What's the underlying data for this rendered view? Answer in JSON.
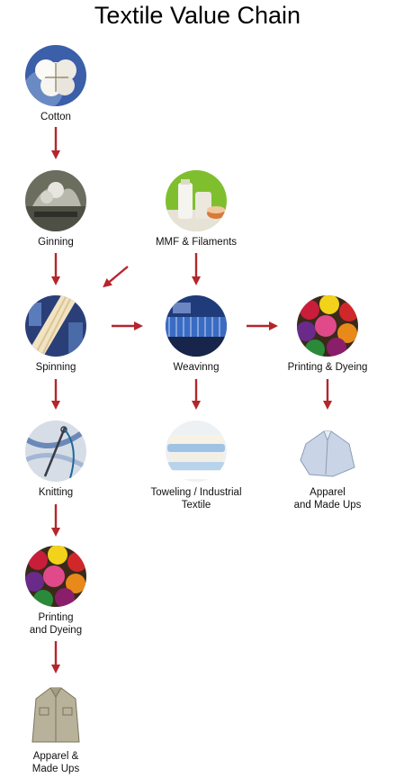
{
  "title": "Textile Value Chain",
  "nodes": {
    "cotton": "Cotton",
    "ginning": "Ginning",
    "mmf": "MMF & Filaments",
    "spinning": "Spinning",
    "weaving": "Weavinng",
    "printing_dyeing_right": "Printing & Dyeing",
    "knitting": "Knitting",
    "toweling": "Toweling / Industrial\nTextile",
    "apparel_right": "Apparel\nand Made Ups",
    "printing_dyeing_left": "Printing\nand Dyeing",
    "apparel_left": "Apparel &\nMade Ups"
  },
  "colors": {
    "arrow": "#b3262c"
  }
}
